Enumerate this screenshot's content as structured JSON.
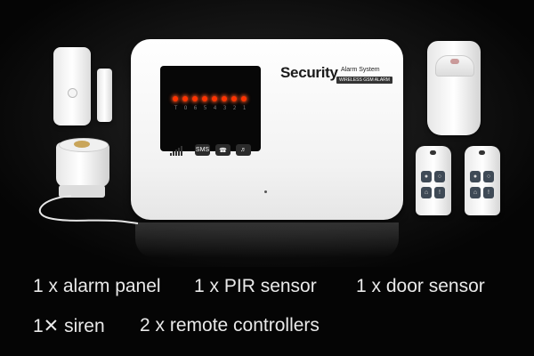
{
  "panel": {
    "brand": "Security",
    "subtitle": "Alarm System",
    "badge": "WIRELESS GSM ALARM",
    "led_labels": [
      "T",
      "O",
      "6",
      "5",
      "4",
      "3",
      "2",
      "1"
    ],
    "icons": [
      "signal-icon",
      "sms-icon",
      "phone-icon",
      "speaker-icon"
    ],
    "sms_label": "SMS"
  },
  "captions": {
    "panel": "1 x alarm panel",
    "pir": "1 x PIR sensor",
    "door": "1 x door sensor",
    "siren": "1✕ siren",
    "remotes": "2 x remote controllers"
  },
  "colors": {
    "led": "#ff3300",
    "background": "#050505",
    "text": "#e9e9e9"
  }
}
